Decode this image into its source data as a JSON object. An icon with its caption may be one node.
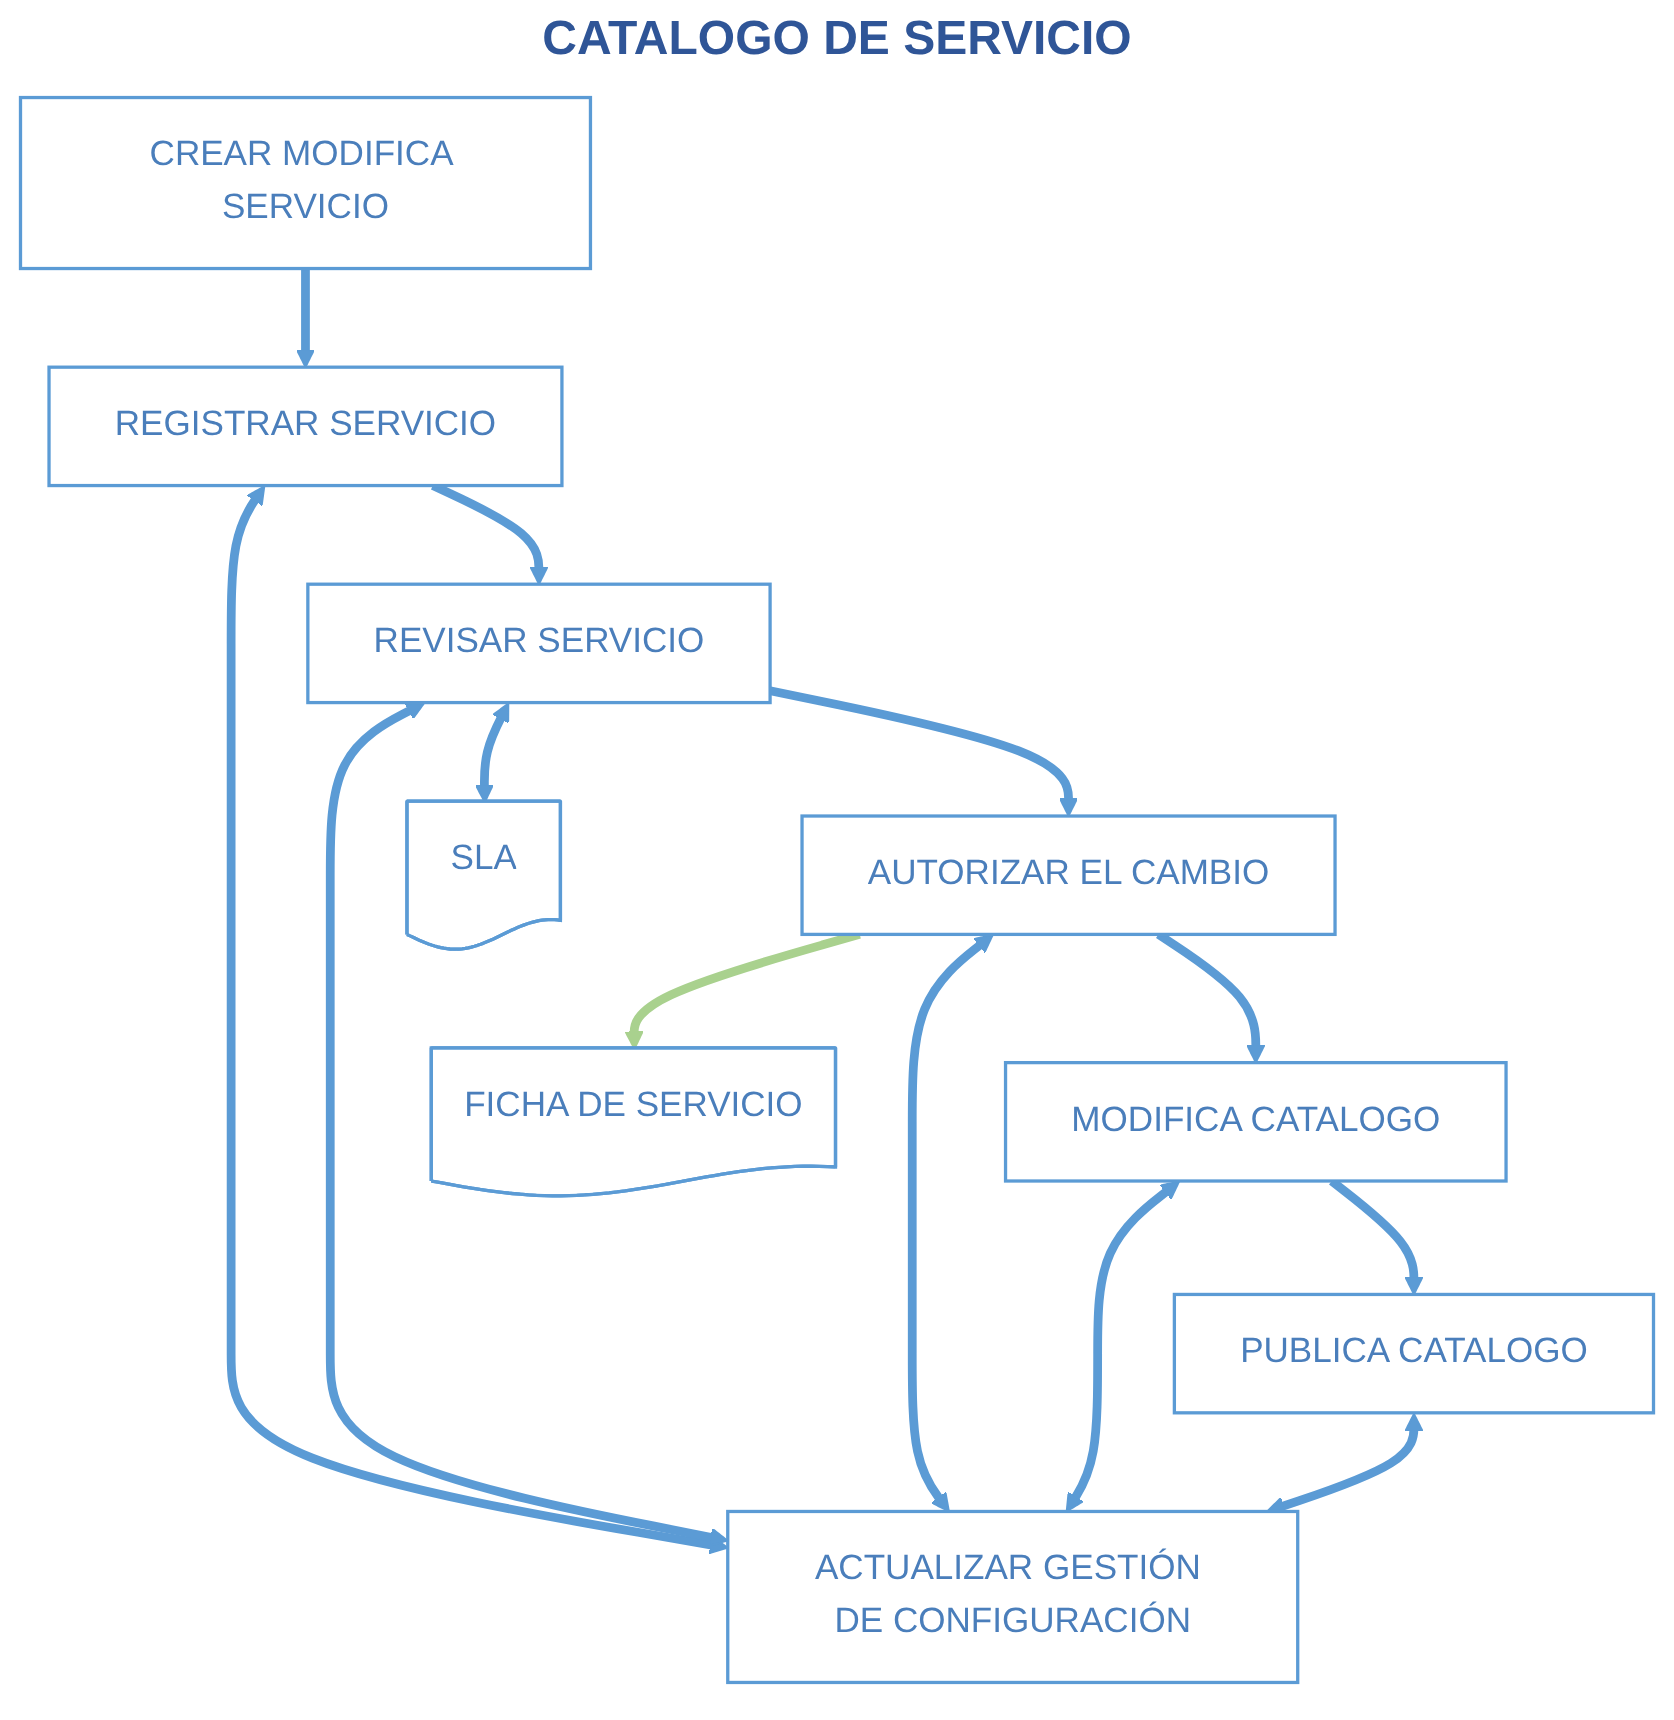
{
  "diagram": {
    "title": "CATALOGO DE SERVICIO",
    "nodes": [
      {
        "text": [
          "CREAR MODIFICA SERVICIO"
        ]
      },
      {
        "text": [
          "FICHA DE SERVICIO"
        ]
      },
      {
        "text": [
          "REGISTRAR SERVICIO"
        ]
      },
      {
        "text": [
          "REVISAR SERVICIO"
        ]
      },
      {
        "text": [
          "SLA"
        ]
      },
      {
        "text": [
          "AUTORIZAR EL CAMBIO"
        ]
      },
      {
        "text": [
          "MODIFICA CATALOGO"
        ]
      },
      {
        "text": [
          "PUBLICA CATALOGO"
        ]
      },
      {
        "text": [
          "ACTUALIZAR GESTIÓN DE CONFIGURACIÓN"
        ]
      }
    ],
    "edges": [
      {
        "from": 0,
        "to": 2,
        "arrow": "to"
      },
      {
        "from": 2,
        "to": 8,
        "arrow": "both"
      },
      {
        "from": 2,
        "to": 3,
        "arrow": "to"
      },
      {
        "from": 3,
        "to": 8,
        "arrow": "both"
      },
      {
        "from": 3,
        "to": 4,
        "arrow": "both"
      },
      {
        "from": 3,
        "to": 5,
        "arrow": "to"
      },
      {
        "from": 5,
        "to": 1,
        "arrow": "to",
        "color": "#a9d18e"
      },
      {
        "from": 5,
        "to": 8,
        "arrow": "both"
      },
      {
        "from": 5,
        "to": 6,
        "arrow": "to"
      },
      {
        "from": 6,
        "to": 8,
        "arrow": "both"
      },
      {
        "from": 6,
        "to": 7,
        "arrow": "to"
      },
      {
        "from": 7,
        "to": 8,
        "arrow": "both"
      }
    ]
  }
}
